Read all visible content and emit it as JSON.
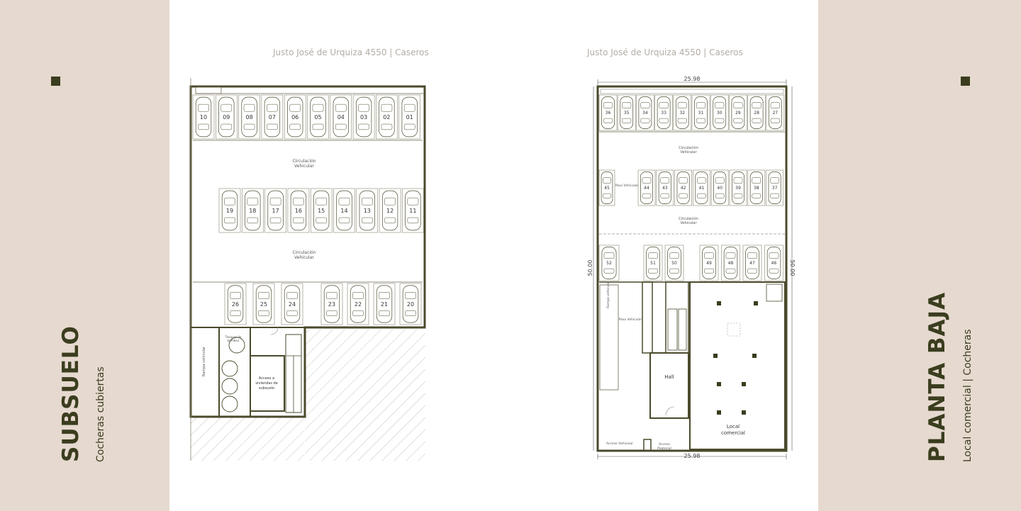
{
  "left_panel": {
    "title": "SUBSUELO",
    "subtitle": "Cocheras cubiertas"
  },
  "right_panel": {
    "title": "PLANTA BAJA",
    "subtitle": "Local comercial | Cocheras"
  },
  "subsuelo": {
    "address": "Justo José de Urquiza 4550  | Caseros",
    "spots_row1": [
      "10",
      "09",
      "08",
      "07",
      "06",
      "05",
      "04",
      "03",
      "02",
      "01"
    ],
    "spots_row2": [
      "19",
      "18",
      "17",
      "16",
      "15",
      "14",
      "13",
      "12",
      "11"
    ],
    "spots_row3a": [
      "26",
      "25",
      "24"
    ],
    "spots_row3b": [
      "23",
      "22",
      "21",
      "20"
    ],
    "label_circ": [
      "Circulación",
      "Vehicular"
    ],
    "label_rampa": "Rampa vehicular",
    "label_tanques": [
      "Tanques de",
      "bombeo"
    ],
    "label_acceso": [
      "Acceso a",
      "viviendas de",
      "subsuelo"
    ]
  },
  "planta_baja": {
    "address": "Justo José de Urquiza 4550  | Caseros",
    "dim_width": "25.98",
    "dim_depth": "50.00",
    "spots_row1": [
      "36",
      "35",
      "34",
      "33",
      "32",
      "31",
      "30",
      "29",
      "28",
      "27"
    ],
    "spots_row2": [
      "44",
      "43",
      "42",
      "41",
      "40",
      "39",
      "38",
      "37"
    ],
    "spot_45": "45",
    "spot_52": "52",
    "spots_row3a": [
      "51",
      "50"
    ],
    "spots_row3b": [
      "49",
      "48",
      "47",
      "46"
    ],
    "label_circ": [
      "Circulación",
      "Vehicular"
    ],
    "label_paso": "Paso Vehicular",
    "label_rampa": "Rampa vehicular",
    "label_hall": "Hall",
    "label_local": [
      "Local",
      "comercial"
    ],
    "label_acceso_vehicular": "Acceso Vehicular",
    "label_acceso_peatonal": [
      "Acceso",
      "Peatonal"
    ]
  },
  "colors": {
    "wall": "#4a4a2c",
    "background_side": "#e6d9cf",
    "accent": "#3a3d1e",
    "address_text": "#b3aca4"
  }
}
